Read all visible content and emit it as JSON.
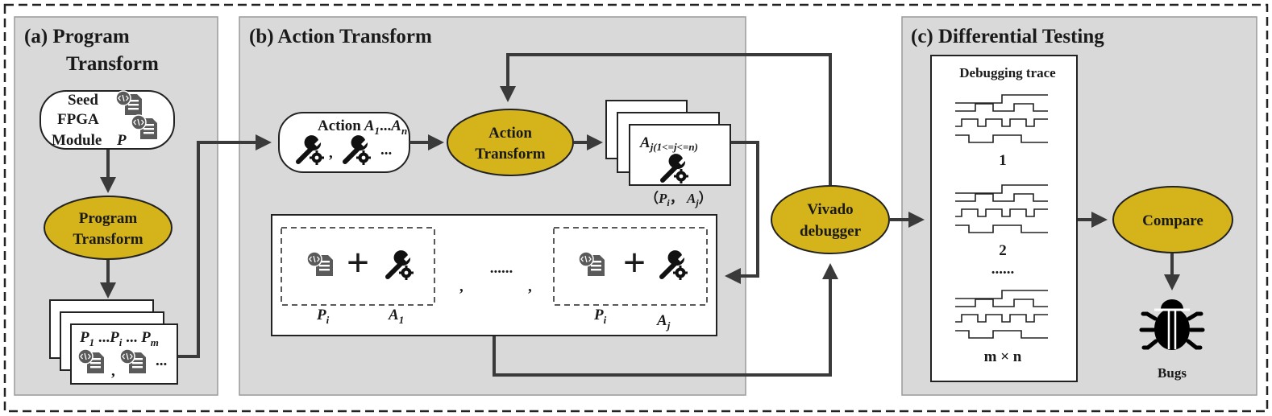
{
  "panels": {
    "program_transform": {
      "title_line1": "(a) Program",
      "title_line2": "Transform"
    },
    "action_transform": {
      "title": "(b) Action Transform"
    },
    "differential_testing": {
      "title": "(c) Differential Testing"
    }
  },
  "seed_module": {
    "line1": "Seed",
    "line2": "FPGA",
    "line3": "Module",
    "var": "P"
  },
  "program_transform_node": {
    "line1": "Program",
    "line2": "Transform"
  },
  "program_stack": {
    "p1": "P",
    "p1_sub": "1",
    "mid1": " ...",
    "pi": "P",
    "pi_sub": "i",
    "mid2": " ... ",
    "pm": "P",
    "pm_sub": "m",
    "comma": ",",
    "ellipsis": "..."
  },
  "actions_node": {
    "label": "Action",
    "a1": "A",
    "a1_sub": "1",
    "dots": "...",
    "an": "A",
    "an_sub": "n",
    "comma": ",",
    "ellipsis": "..."
  },
  "action_transform_node": {
    "line1": "Action",
    "line2": "Transform"
  },
  "aj_card": {
    "a": "A",
    "sub": "j(1<=j<=n)"
  },
  "pair_label": {
    "open": "（",
    "p": "P",
    "p_sub": "i",
    "sep": "， ",
    "a": "A",
    "a_sub": "j",
    "close": "）"
  },
  "combos": {
    "left": {
      "p": "P",
      "p_sub": "i",
      "a": "A",
      "a_sub": "1"
    },
    "right": {
      "p": "P",
      "p_sub": "i",
      "a": "A",
      "a_sub": "j"
    },
    "comma": ",",
    "dots": "......"
  },
  "vivado_node": {
    "line1": "Vivado",
    "line2": "debugger"
  },
  "trace_panel": {
    "title": "Debugging trace",
    "labels": [
      "1",
      "2",
      "m × n"
    ],
    "dots": "......"
  },
  "compare_node": {
    "label": "Compare"
  },
  "bugs": {
    "label": "Bugs"
  },
  "colors": {
    "panel_fill": "#d9d9d9",
    "node_fill": "#d4b31b",
    "arrow": "#3a3a3a",
    "border": "#222222"
  }
}
